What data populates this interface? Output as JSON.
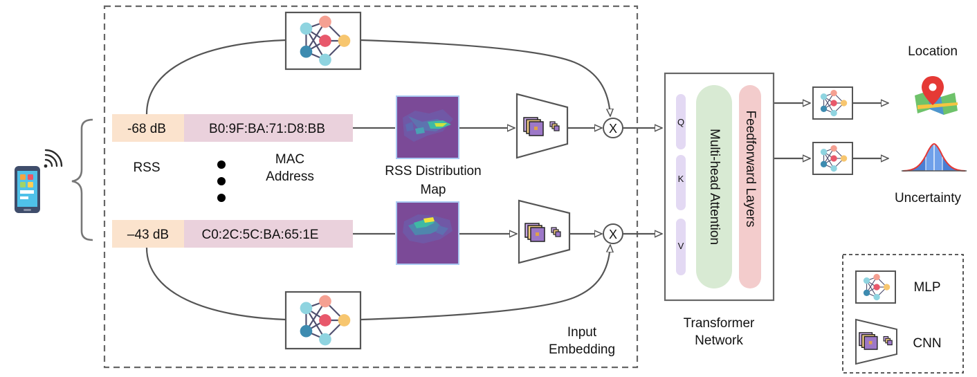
{
  "rows": [
    {
      "rss": "-68 dB",
      "mac": "B0:9F:BA:71:D8:BB"
    },
    {
      "rss": "–43 dB",
      "mac": "C0:2C:5C:BA:65:1E"
    }
  ],
  "labels": {
    "rss": "RSS",
    "mac_line1": "MAC",
    "mac_line2": "Address",
    "map_line1": "RSS Distribution",
    "map_line2": "Map",
    "embed_line1": "Input",
    "embed_line2": "Embedding",
    "transformer_line1": "Transformer",
    "transformer_line2": "Network",
    "q": "Q",
    "k": "K",
    "v": "V",
    "attention": "Multi-head Attention",
    "feedforward": "Feedforward Layers",
    "location": "Location",
    "uncertainty": "Uncertainty",
    "multiply": "X",
    "legend_mlp": "MLP",
    "legend_cnn": "CNN"
  },
  "colors": {
    "rss_box": "#fbe3cd",
    "mac_box": "#ead1dc",
    "qkv": "#e3d9f3",
    "attention": "#d8ead3",
    "feedforward": "#f3cccc",
    "line": "#555555",
    "map_purple": "#7b4a97",
    "pin_red": "#e53935",
    "bell_blue": "#4a7fd4"
  },
  "icons": {
    "device": "smartphone-icon",
    "signal": "wifi-signal-icon",
    "mlp": "mlp-network-icon",
    "cnn": "cnn-block-icon",
    "location": "map-pin-icon",
    "uncertainty": "bell-curve-icon"
  }
}
